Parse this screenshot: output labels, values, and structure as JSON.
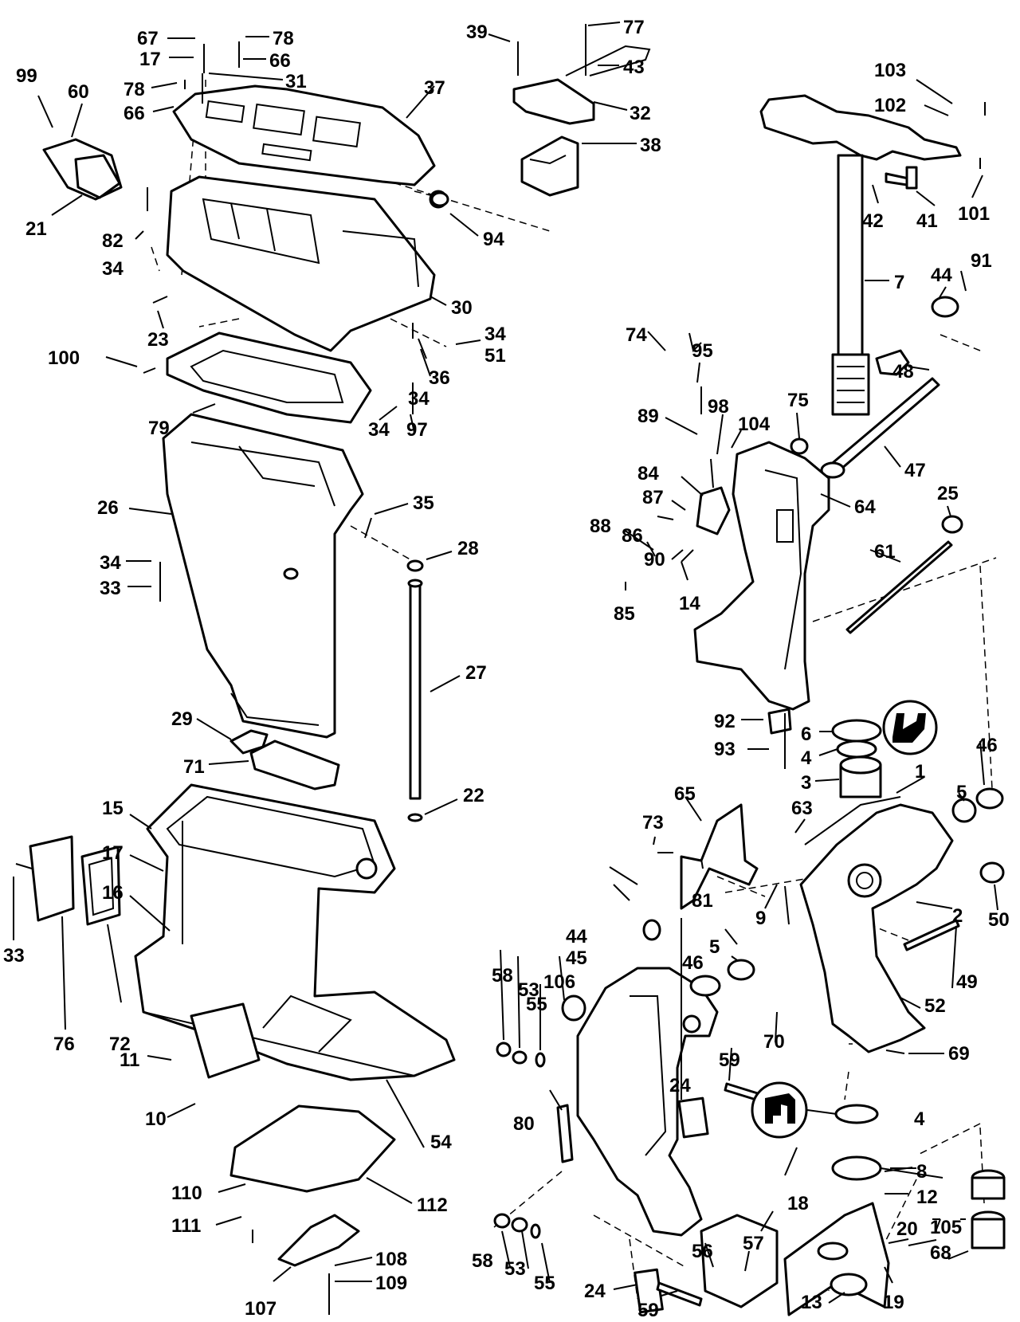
{
  "diagram": {
    "labels": [
      {
        "id": "c1",
        "text": "67"
      },
      {
        "id": "c2",
        "text": "78"
      },
      {
        "id": "c3",
        "text": "17"
      },
      {
        "id": "c4",
        "text": "66"
      },
      {
        "id": "c5",
        "text": "78"
      },
      {
        "id": "c6",
        "text": "31"
      },
      {
        "id": "c7",
        "text": "66"
      },
      {
        "id": "c8",
        "text": "37"
      },
      {
        "id": "c9",
        "text": "99"
      },
      {
        "id": "c10",
        "text": "60"
      },
      {
        "id": "c11",
        "text": "21"
      },
      {
        "id": "c12",
        "text": "82"
      },
      {
        "id": "c13",
        "text": "34"
      },
      {
        "id": "c14",
        "text": "94"
      },
      {
        "id": "c15",
        "text": "30"
      },
      {
        "id": "c16",
        "text": "23"
      },
      {
        "id": "c17",
        "text": "100"
      },
      {
        "id": "c18",
        "text": "34"
      },
      {
        "id": "c19",
        "text": "51"
      },
      {
        "id": "c20",
        "text": "36"
      },
      {
        "id": "c21",
        "text": "34"
      },
      {
        "id": "c22",
        "text": "79"
      },
      {
        "id": "c23",
        "text": "34"
      },
      {
        "id": "c24",
        "text": "97"
      },
      {
        "id": "c25",
        "text": "26"
      },
      {
        "id": "c26",
        "text": "35"
      },
      {
        "id": "c27",
        "text": "28"
      },
      {
        "id": "c28",
        "text": "34"
      },
      {
        "id": "c29",
        "text": "33"
      },
      {
        "id": "c30",
        "text": "27"
      },
      {
        "id": "c31",
        "text": "29"
      },
      {
        "id": "c32",
        "text": "71"
      },
      {
        "id": "c33",
        "text": "22"
      },
      {
        "id": "c34",
        "text": "15"
      },
      {
        "id": "c35",
        "text": "17"
      },
      {
        "id": "c36",
        "text": "16"
      },
      {
        "id": "c37",
        "text": "33"
      },
      {
        "id": "c38",
        "text": "76"
      },
      {
        "id": "c39",
        "text": "72"
      },
      {
        "id": "c40",
        "text": "11"
      },
      {
        "id": "c41",
        "text": "10"
      },
      {
        "id": "c42",
        "text": "54"
      },
      {
        "id": "c43",
        "text": "110"
      },
      {
        "id": "c44",
        "text": "112"
      },
      {
        "id": "c45",
        "text": "111"
      },
      {
        "id": "c46",
        "text": "108"
      },
      {
        "id": "c47",
        "text": "109"
      },
      {
        "id": "c48",
        "text": "107"
      },
      {
        "id": "c49",
        "text": "39"
      },
      {
        "id": "c50",
        "text": "77"
      },
      {
        "id": "c51",
        "text": "43"
      },
      {
        "id": "c52",
        "text": "32"
      },
      {
        "id": "c53",
        "text": "38"
      },
      {
        "id": "c54",
        "text": "103"
      },
      {
        "id": "c55",
        "text": "102"
      },
      {
        "id": "c56",
        "text": "42"
      },
      {
        "id": "c57",
        "text": "41"
      },
      {
        "id": "c58",
        "text": "101"
      },
      {
        "id": "c59",
        "text": "7"
      },
      {
        "id": "c60",
        "text": "44"
      },
      {
        "id": "c61",
        "text": "91"
      },
      {
        "id": "c62",
        "text": "48"
      },
      {
        "id": "c63",
        "text": "74"
      },
      {
        "id": "c64",
        "text": "95"
      },
      {
        "id": "c65",
        "text": "89"
      },
      {
        "id": "c66",
        "text": "98"
      },
      {
        "id": "c67",
        "text": "104"
      },
      {
        "id": "c68",
        "text": "75"
      },
      {
        "id": "c69",
        "text": "47"
      },
      {
        "id": "c70",
        "text": "84"
      },
      {
        "id": "c71",
        "text": "87"
      },
      {
        "id": "c72",
        "text": "64"
      },
      {
        "id": "c73",
        "text": "25"
      },
      {
        "id": "c74",
        "text": "88"
      },
      {
        "id": "c75",
        "text": "86"
      },
      {
        "id": "c76",
        "text": "90"
      },
      {
        "id": "c77",
        "text": "61"
      },
      {
        "id": "c78",
        "text": "85"
      },
      {
        "id": "c79",
        "text": "14"
      },
      {
        "id": "c80",
        "text": "92"
      },
      {
        "id": "c81",
        "text": "6"
      },
      {
        "id": "c82",
        "text": "93"
      },
      {
        "id": "c83",
        "text": "4"
      },
      {
        "id": "c84",
        "text": "46"
      },
      {
        "id": "c85",
        "text": "3"
      },
      {
        "id": "c86",
        "text": "1"
      },
      {
        "id": "c87",
        "text": "5"
      },
      {
        "id": "c88",
        "text": "65"
      },
      {
        "id": "c89",
        "text": "73"
      },
      {
        "id": "c90",
        "text": "63"
      },
      {
        "id": "c91",
        "text": "81"
      },
      {
        "id": "c92",
        "text": "9"
      },
      {
        "id": "c93",
        "text": "2"
      },
      {
        "id": "c94",
        "text": "50"
      },
      {
        "id": "c95",
        "text": "44"
      },
      {
        "id": "c96",
        "text": "45"
      },
      {
        "id": "c97",
        "text": "58"
      },
      {
        "id": "c98",
        "text": "53"
      },
      {
        "id": "c99",
        "text": "106"
      },
      {
        "id": "c100",
        "text": "55"
      },
      {
        "id": "c101",
        "text": "5"
      },
      {
        "id": "c102",
        "text": "46"
      },
      {
        "id": "c103",
        "text": "49"
      },
      {
        "id": "c104",
        "text": "52"
      },
      {
        "id": "c105",
        "text": "70"
      },
      {
        "id": "c106",
        "text": "69"
      },
      {
        "id": "c107",
        "text": "24"
      },
      {
        "id": "c108",
        "text": "59"
      },
      {
        "id": "c109",
        "text": "80"
      },
      {
        "id": "c110",
        "text": "4"
      },
      {
        "id": "c111",
        "text": "8"
      },
      {
        "id": "c112",
        "text": "18"
      },
      {
        "id": "c113",
        "text": "12"
      },
      {
        "id": "c114",
        "text": "20"
      },
      {
        "id": "c115",
        "text": "105"
      },
      {
        "id": "c116",
        "text": "68"
      },
      {
        "id": "c117",
        "text": "58"
      },
      {
        "id": "c118",
        "text": "53"
      },
      {
        "id": "c119",
        "text": "55"
      },
      {
        "id": "c120",
        "text": "24"
      },
      {
        "id": "c121",
        "text": "59"
      },
      {
        "id": "c122",
        "text": "56"
      },
      {
        "id": "c123",
        "text": "57"
      },
      {
        "id": "c124",
        "text": "13"
      },
      {
        "id": "c125",
        "text": "19"
      }
    ],
    "symbols": [
      {
        "id": "grease",
        "icon": "grease-tube-symbol-icon"
      },
      {
        "id": "sealer",
        "icon": "sealer-symbol-icon"
      }
    ]
  }
}
